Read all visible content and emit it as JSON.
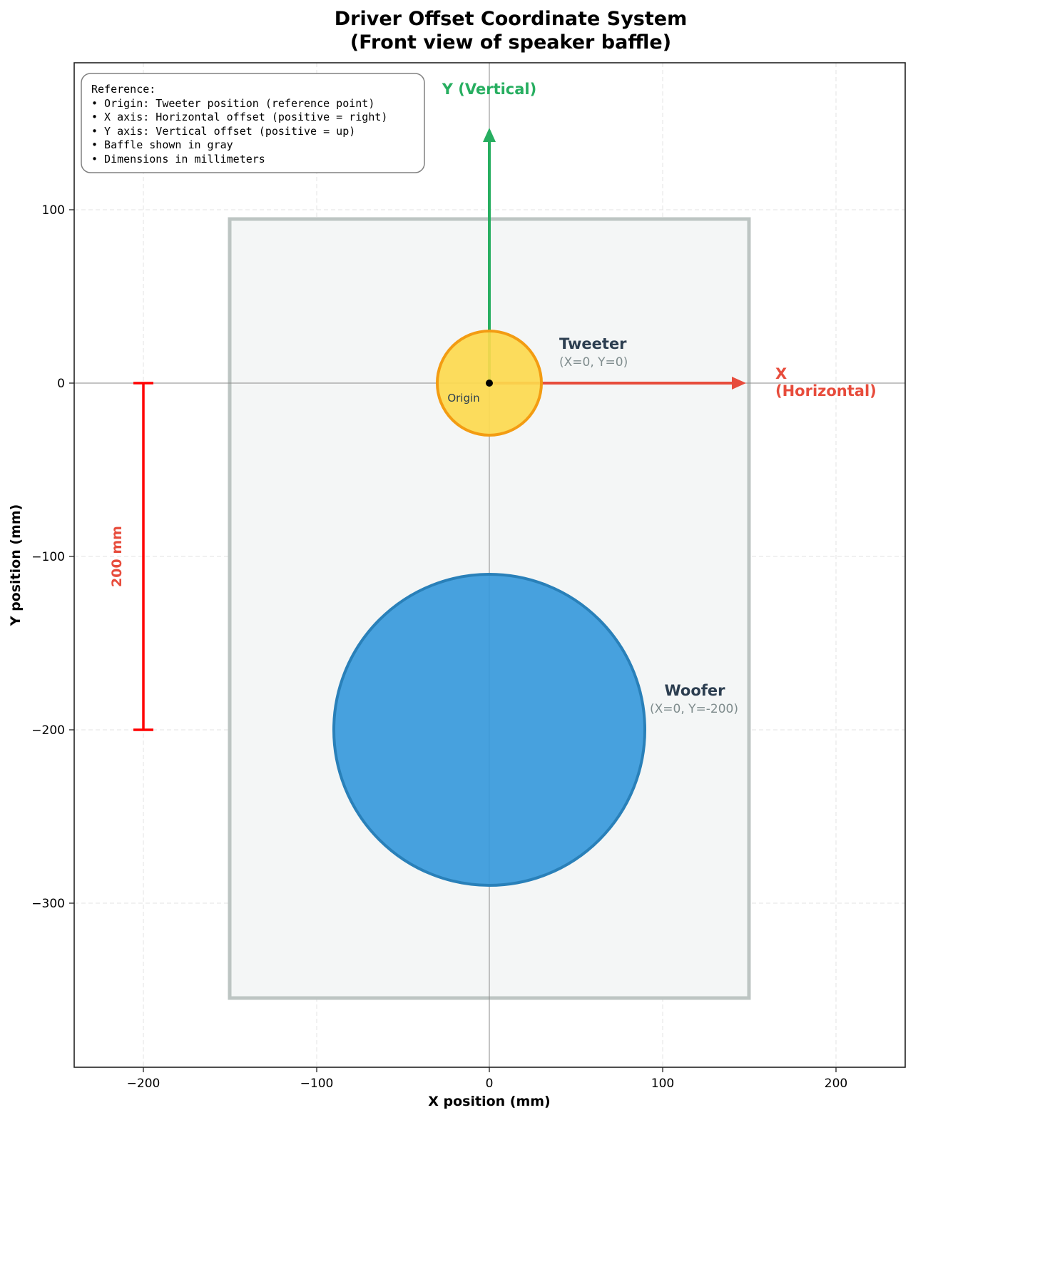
{
  "chart_data": {
    "type": "scatter",
    "title": "Driver Offset Coordinate System",
    "subtitle": "(Front view of speaker baffle)",
    "xlabel": "X position (mm)",
    "ylabel": "Y position (mm)",
    "xlim": [
      -240,
      240
    ],
    "ylim": [
      -395,
      185
    ],
    "xticks": [
      -200,
      -100,
      0,
      100,
      200
    ],
    "yticks": [
      100,
      0,
      -100,
      -200,
      -300
    ],
    "xtick_labels": [
      "−200",
      "−100",
      "0",
      "100",
      "200"
    ],
    "ytick_labels": [
      "100",
      "0",
      "−100",
      "−200",
      "−300"
    ],
    "grid": true,
    "baffle": {
      "x_min": -150,
      "x_max": 150,
      "y_min": -355,
      "y_max": 95,
      "fill": "#f4f6f6",
      "edge": "#bdc5c3"
    },
    "drivers": [
      {
        "name": "Tweeter",
        "x": 0,
        "y": 0,
        "radius": 30,
        "fill": "#fcd94e",
        "edge": "#f39c12",
        "label": "Tweeter",
        "coords_label": "(X=0, Y=0)"
      },
      {
        "name": "Woofer",
        "x": 0,
        "y": -200,
        "radius": 90,
        "fill": "#3498db",
        "edge": "#2980b9",
        "label": "Woofer",
        "coords_label": "(X=0, Y=-200)"
      }
    ],
    "origin": {
      "x": 0,
      "y": 0,
      "label": "Origin"
    },
    "axes_arrows": [
      {
        "name": "Y (Vertical)",
        "from": [
          0,
          0
        ],
        "to": [
          0,
          145
        ],
        "color": "#27ae60"
      },
      {
        "name": "X (Horizontal)",
        "from": [
          0,
          0
        ],
        "to": [
          148,
          0
        ],
        "color": "#e74c3c"
      }
    ],
    "dimension": {
      "x": -200,
      "y_from": 0,
      "y_to": -200,
      "label": "200 mm",
      "color": "#ff0000",
      "label_color": "#e74c3c"
    },
    "annotations": [
      "Reference:",
      "• Origin: Tweeter position (reference point)",
      "• X axis: Horizontal offset (positive = right)",
      "• Y axis: Vertical offset (positive = up)",
      "• Baffle shown in gray",
      "• Dimensions in millimeters"
    ]
  },
  "labels": {
    "title": "Driver Offset Coordinate System",
    "subtitle": "(Front view of speaker baffle)",
    "xlabel": "X position (mm)",
    "ylabel": "Y position (mm)",
    "y_axis_arrow": "Y (Vertical)",
    "x_axis_arrow_1": "X",
    "x_axis_arrow_2": "(Horizontal)",
    "tweeter": "Tweeter",
    "tweeter_coords": "(X=0, Y=0)",
    "woofer": "Woofer",
    "woofer_coords": "(X=0, Y=-200)",
    "origin": "Origin",
    "dimension": "200 mm",
    "ref_lines": [
      "Reference:",
      "• Origin: Tweeter position (reference point)",
      "• X axis: Horizontal offset (positive = right)",
      "• Y axis: Vertical offset (positive = up)",
      "• Baffle shown in gray",
      "• Dimensions in millimeters"
    ],
    "xticks": [
      "−200",
      "−100",
      "0",
      "100",
      "200"
    ],
    "yticks": [
      "100",
      "0",
      "−100",
      "−200",
      "−300"
    ]
  }
}
